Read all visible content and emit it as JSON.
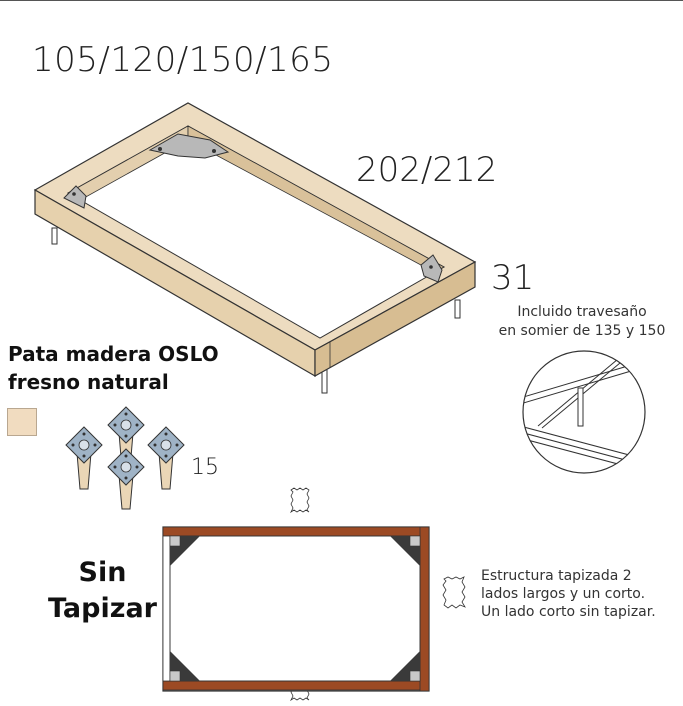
{
  "dimensions": {
    "widths": "105/120/150/165",
    "length": "202/212",
    "height": "31"
  },
  "crossbar_note": {
    "line1": "Incluido travesaño",
    "line2": "en somier de 135 y 150"
  },
  "leg": {
    "title_line1": "Pata madera OSLO",
    "title_line2": "fresno natural",
    "swatch_color": "#f1dcc0",
    "height_cm": "15"
  },
  "upholstery": {
    "status_line1": "Sin",
    "status_line2": "Tapizar",
    "description_line1": "Estructura   tapizada   2",
    "description_line2": "lados largos y un corto.",
    "description_line3": "Un lado corto sin tapizar.",
    "frame_color": "#9c4a24"
  }
}
